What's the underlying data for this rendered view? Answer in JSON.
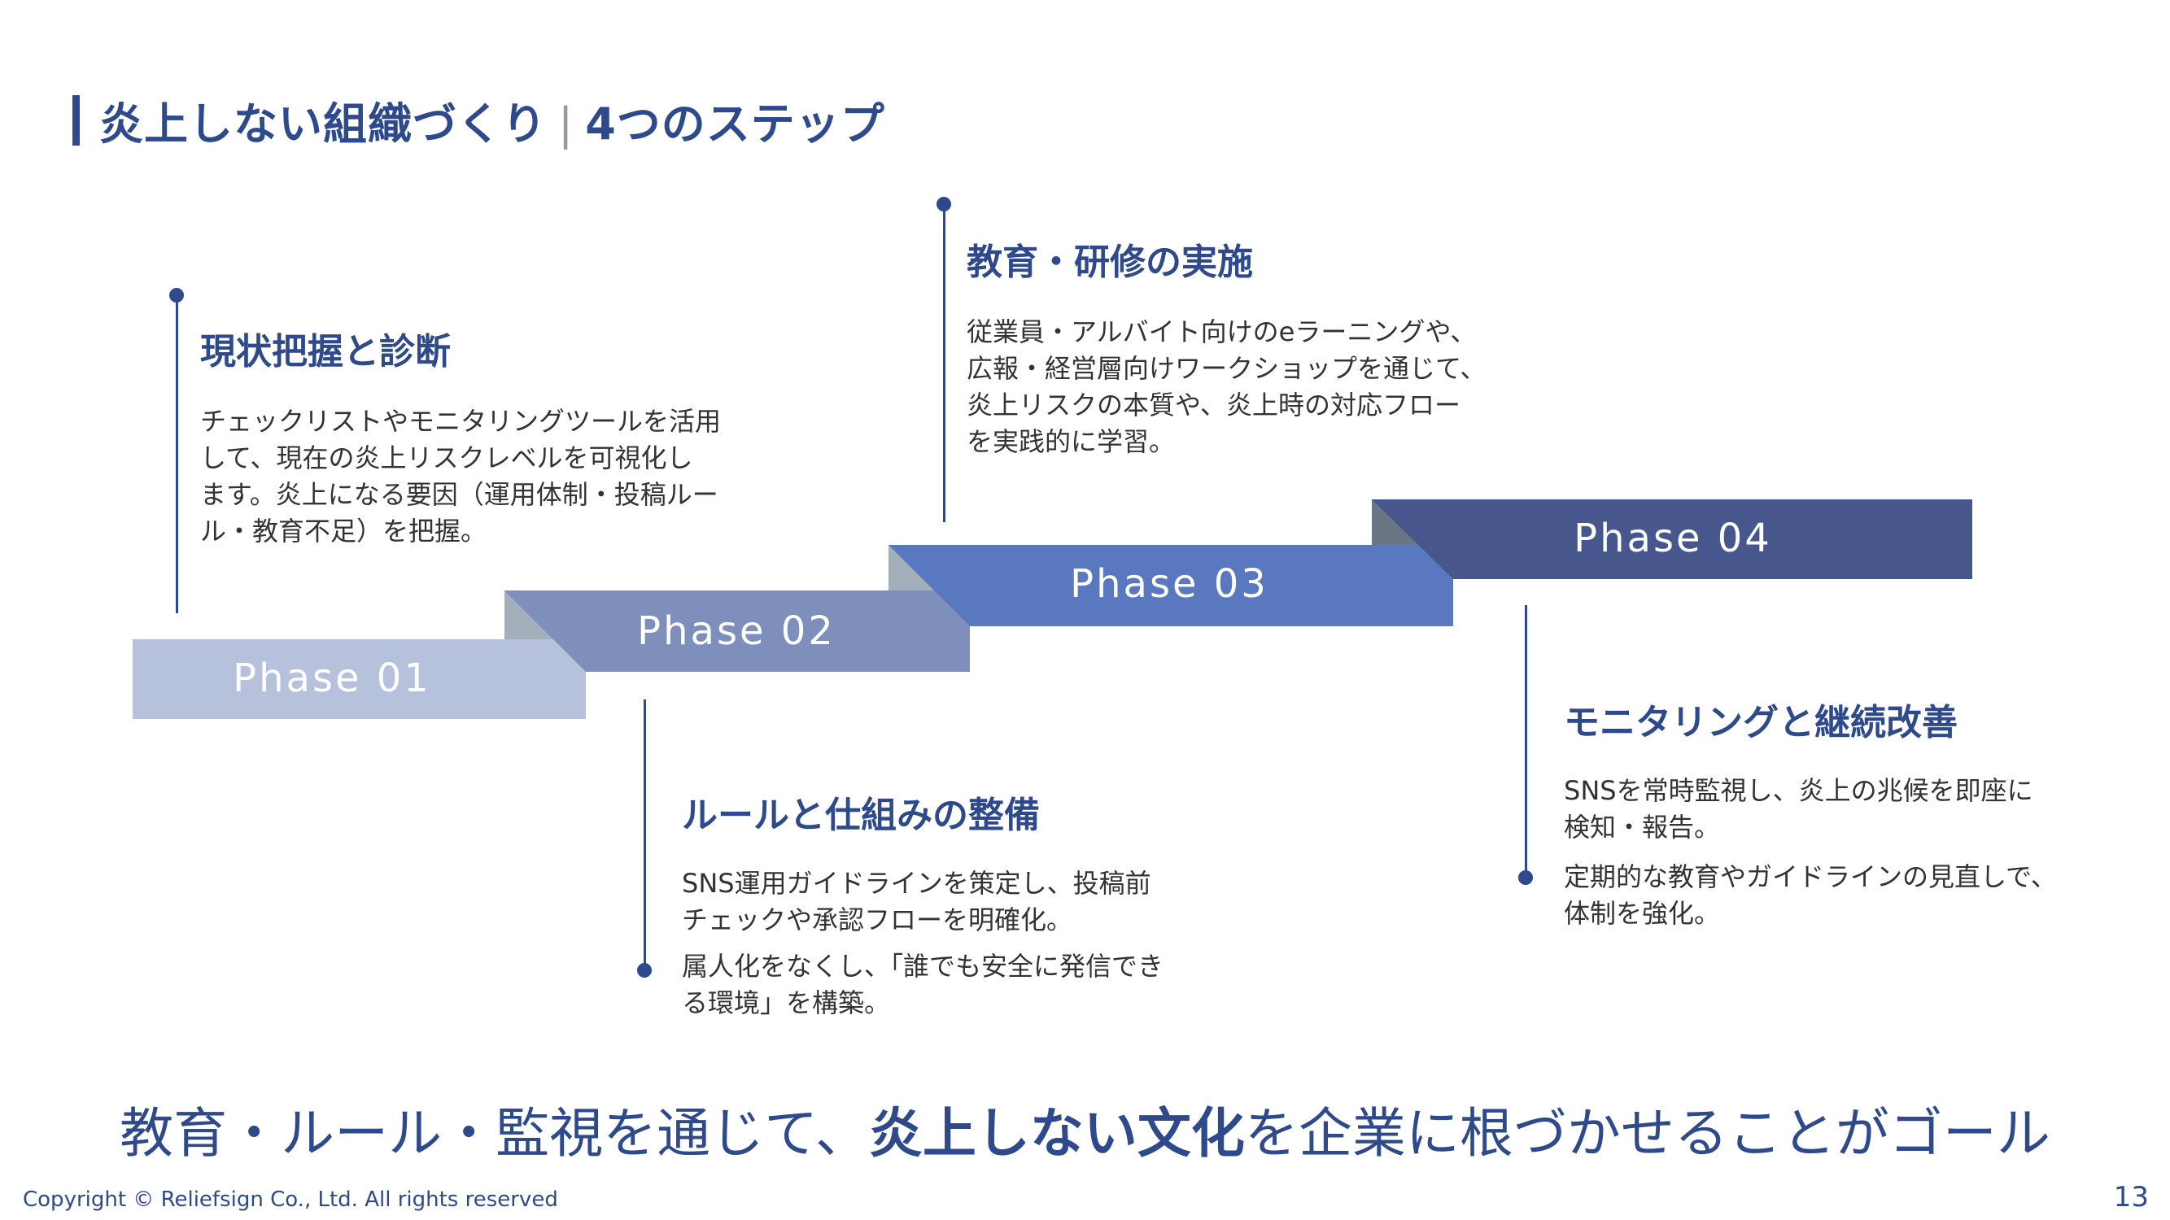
{
  "title": {
    "main": "炎上しない組織づくり",
    "separator": "|",
    "sub": "4つのステップ"
  },
  "colors": {
    "primary": "#2e4a8d",
    "phase1": "#b6c2dc",
    "phase2": "#7f8fbb",
    "phase3": "#5a78c0",
    "phase4": "#47578e"
  },
  "phases": [
    {
      "label": "Phase 01",
      "heading": "現状把握と診断",
      "body": "チェックリストやモニタリングツールを活用\nして、現在の炎上リスクレベルを可視化し\nます。炎上になる要因（運用体制・投稿ルー\nル・教育不足）を把握。"
    },
    {
      "label": "Phase 02",
      "heading": "ルールと仕組みの整備",
      "body1": "SNS運用ガイドラインを策定し、投稿前\nチェックや承認フローを明確化。",
      "body2": "属人化をなくし、「誰でも安全に発信でき\nる環境」を構築。"
    },
    {
      "label": "Phase 03",
      "heading": "教育・研修の実施",
      "body": "従業員・アルバイト向けのeラーニングや、\n広報・経営層向けワークショップを通じて、\n炎上リスクの本質や、炎上時の対応フロー\nを実践的に学習。"
    },
    {
      "label": "Phase 04",
      "heading": "モニタリングと継続改善",
      "body1": "SNSを常時監視し、炎上の兆候を即座に\n検知・報告。",
      "body2": "定期的な教育やガイドラインの見直しで、\n体制を強化。"
    }
  ],
  "tagline": {
    "pre": "教育・ルール・監視を通じて、",
    "bold": "炎上しない文化",
    "post": "を企業に根づかせることがゴール"
  },
  "footer": {
    "copyright": "Copyright © Reliefsign Co., Ltd.  All rights reserved",
    "page": "13"
  }
}
